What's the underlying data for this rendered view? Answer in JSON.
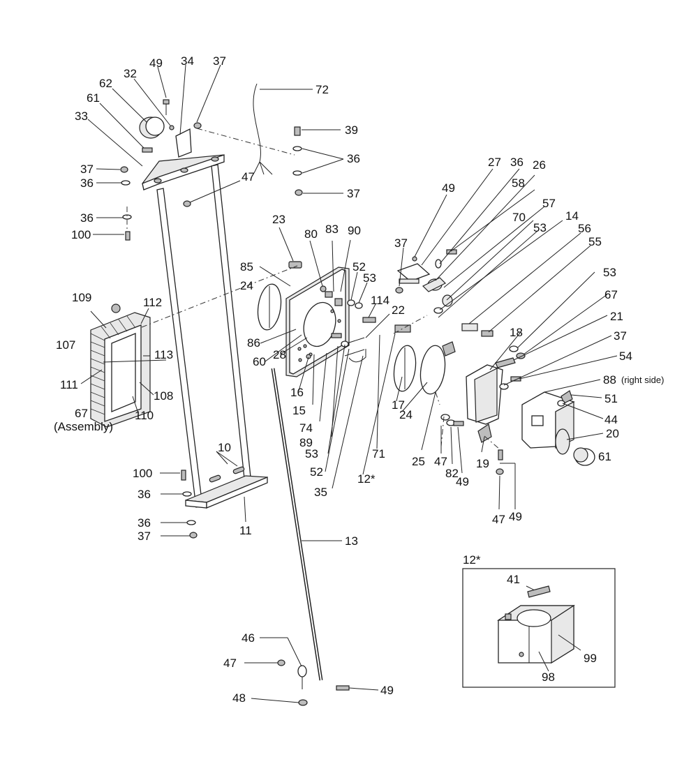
{
  "labels": {
    "l49a": "49",
    "l34": "34",
    "l37a": "37",
    "l62": "62",
    "l32": "32",
    "l61a": "61",
    "l33": "33",
    "l72": "72",
    "l39": "39",
    "l36a": "36",
    "l37b": "37",
    "l36b": "36",
    "l47a": "47",
    "l37c": "37",
    "l36c": "36",
    "l100a": "100",
    "l23": "23",
    "l80": "80",
    "l83": "83",
    "l90": "90",
    "l85": "85",
    "l52a": "52",
    "l53a": "53",
    "l24a": "24",
    "l114": "114",
    "l22": "22",
    "l109": "109",
    "l112": "112",
    "l107": "107",
    "l113": "113",
    "l111": "111",
    "l108": "108",
    "l67a": "67",
    "l110": "110",
    "l86": "86",
    "l60": "60",
    "l28": "28",
    "l16": "16",
    "l15": "15",
    "l74": "74",
    "l89": "89",
    "l53b": "53",
    "l52b": "52",
    "l35": "35",
    "l12": "12*",
    "l71": "71",
    "l10": "10",
    "l100b": "100",
    "l36d": "36",
    "l36e": "36",
    "l37d": "37",
    "l11": "11",
    "l13": "13",
    "l46": "46",
    "l47b": "47",
    "l48": "48",
    "l49b": "49",
    "l49c": "49",
    "l27": "27",
    "l36f": "36",
    "l26": "26",
    "l58": "58",
    "l37e": "37",
    "l57": "57",
    "l70": "70",
    "l14": "14",
    "l53c": "53",
    "l56": "56",
    "l55": "55",
    "l53d": "53",
    "l67b": "67",
    "l21": "21",
    "l37f": "37",
    "l54": "54",
    "l18": "18",
    "l17": "17",
    "l24b": "24",
    "l88": "88",
    "l51": "51",
    "l44": "44",
    "l20": "20",
    "l61b": "61",
    "l25": "25",
    "l47c": "47",
    "l82": "82",
    "l49d": "49",
    "l19": "19",
    "l47d": "47",
    "l49e": "49",
    "l12box": "12*",
    "l41": "41",
    "l99": "99",
    "l98": "98"
  },
  "notes": {
    "assembly": "(Assembly)",
    "right_side": "(right side)"
  }
}
